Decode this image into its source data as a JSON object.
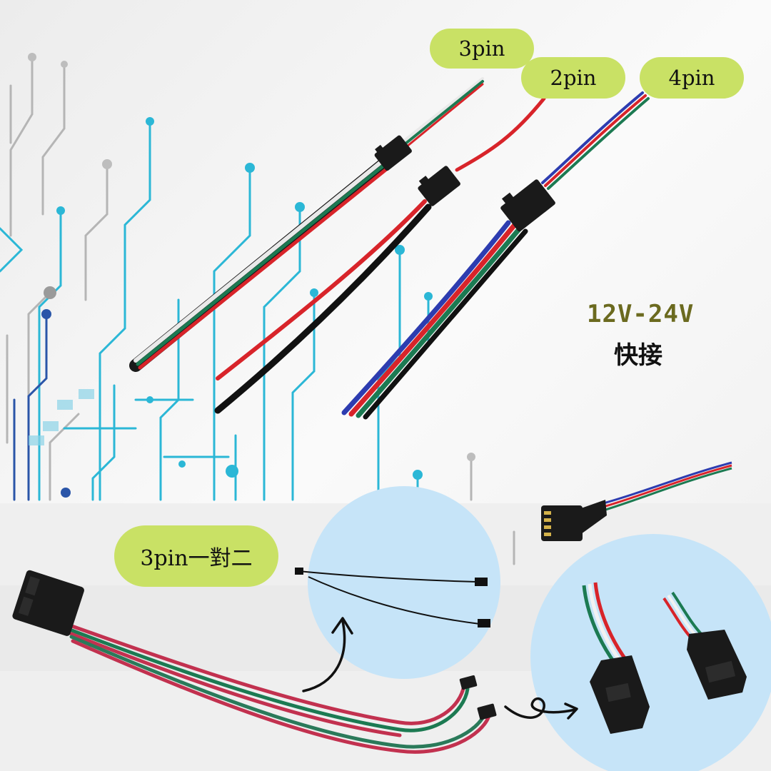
{
  "labels": {
    "three_pin": "3pin",
    "two_pin": "2pin",
    "four_pin": "4pin",
    "voltage": "12V-24V",
    "quick_connect": "快接",
    "three_pin_split": "3pin一對二"
  },
  "colors": {
    "pill_green": "#c9e165",
    "circle_blue": "#c6e4f8",
    "circuit_cyan": "#2bb7d6",
    "circuit_gray": "#a9a9a9",
    "voltage_text": "#6b6a1f",
    "wire_red": "#d8242a",
    "wire_green": "#1c7a52",
    "wire_blue": "#2d3cb0",
    "wire_white": "#f2f2f2",
    "wire_black": "#111111",
    "connector_black": "#1a1a1a"
  },
  "icons": [
    "curved-arrow-icon",
    "loop-arrow-icon"
  ]
}
